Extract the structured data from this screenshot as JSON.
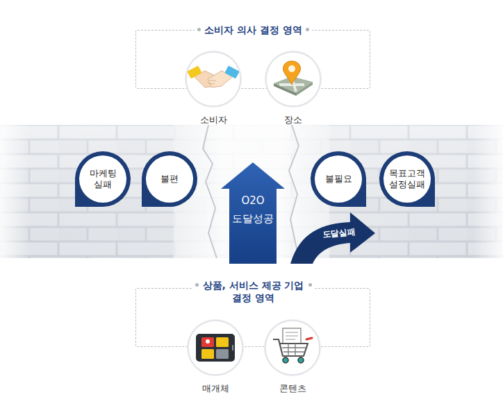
{
  "diagram": {
    "nodes": [
      {
        "text": [
          "소비자 의사 결정 영역"
        ]
      },
      {
        "text": [
          "소비자"
        ],
        "in": 0
      },
      {
        "text": [
          "장소"
        ],
        "in": 0
      },
      {
        "text": [
          "마케팅 실패"
        ]
      },
      {
        "text": [
          "불편"
        ]
      },
      {
        "text": [
          "O2O 도달성공"
        ]
      },
      {
        "text": [
          "불필요"
        ]
      },
      {
        "text": [
          "목표고객 설정실패"
        ]
      },
      {
        "text": [
          "도달실패"
        ]
      },
      {
        "text": [
          "상품, 서비스 제공 기업 결정 영역"
        ]
      },
      {
        "text": [
          "매개체"
        ],
        "in": 9
      },
      {
        "text": [
          "콘텐츠"
        ],
        "in": 9
      }
    ]
  }
}
